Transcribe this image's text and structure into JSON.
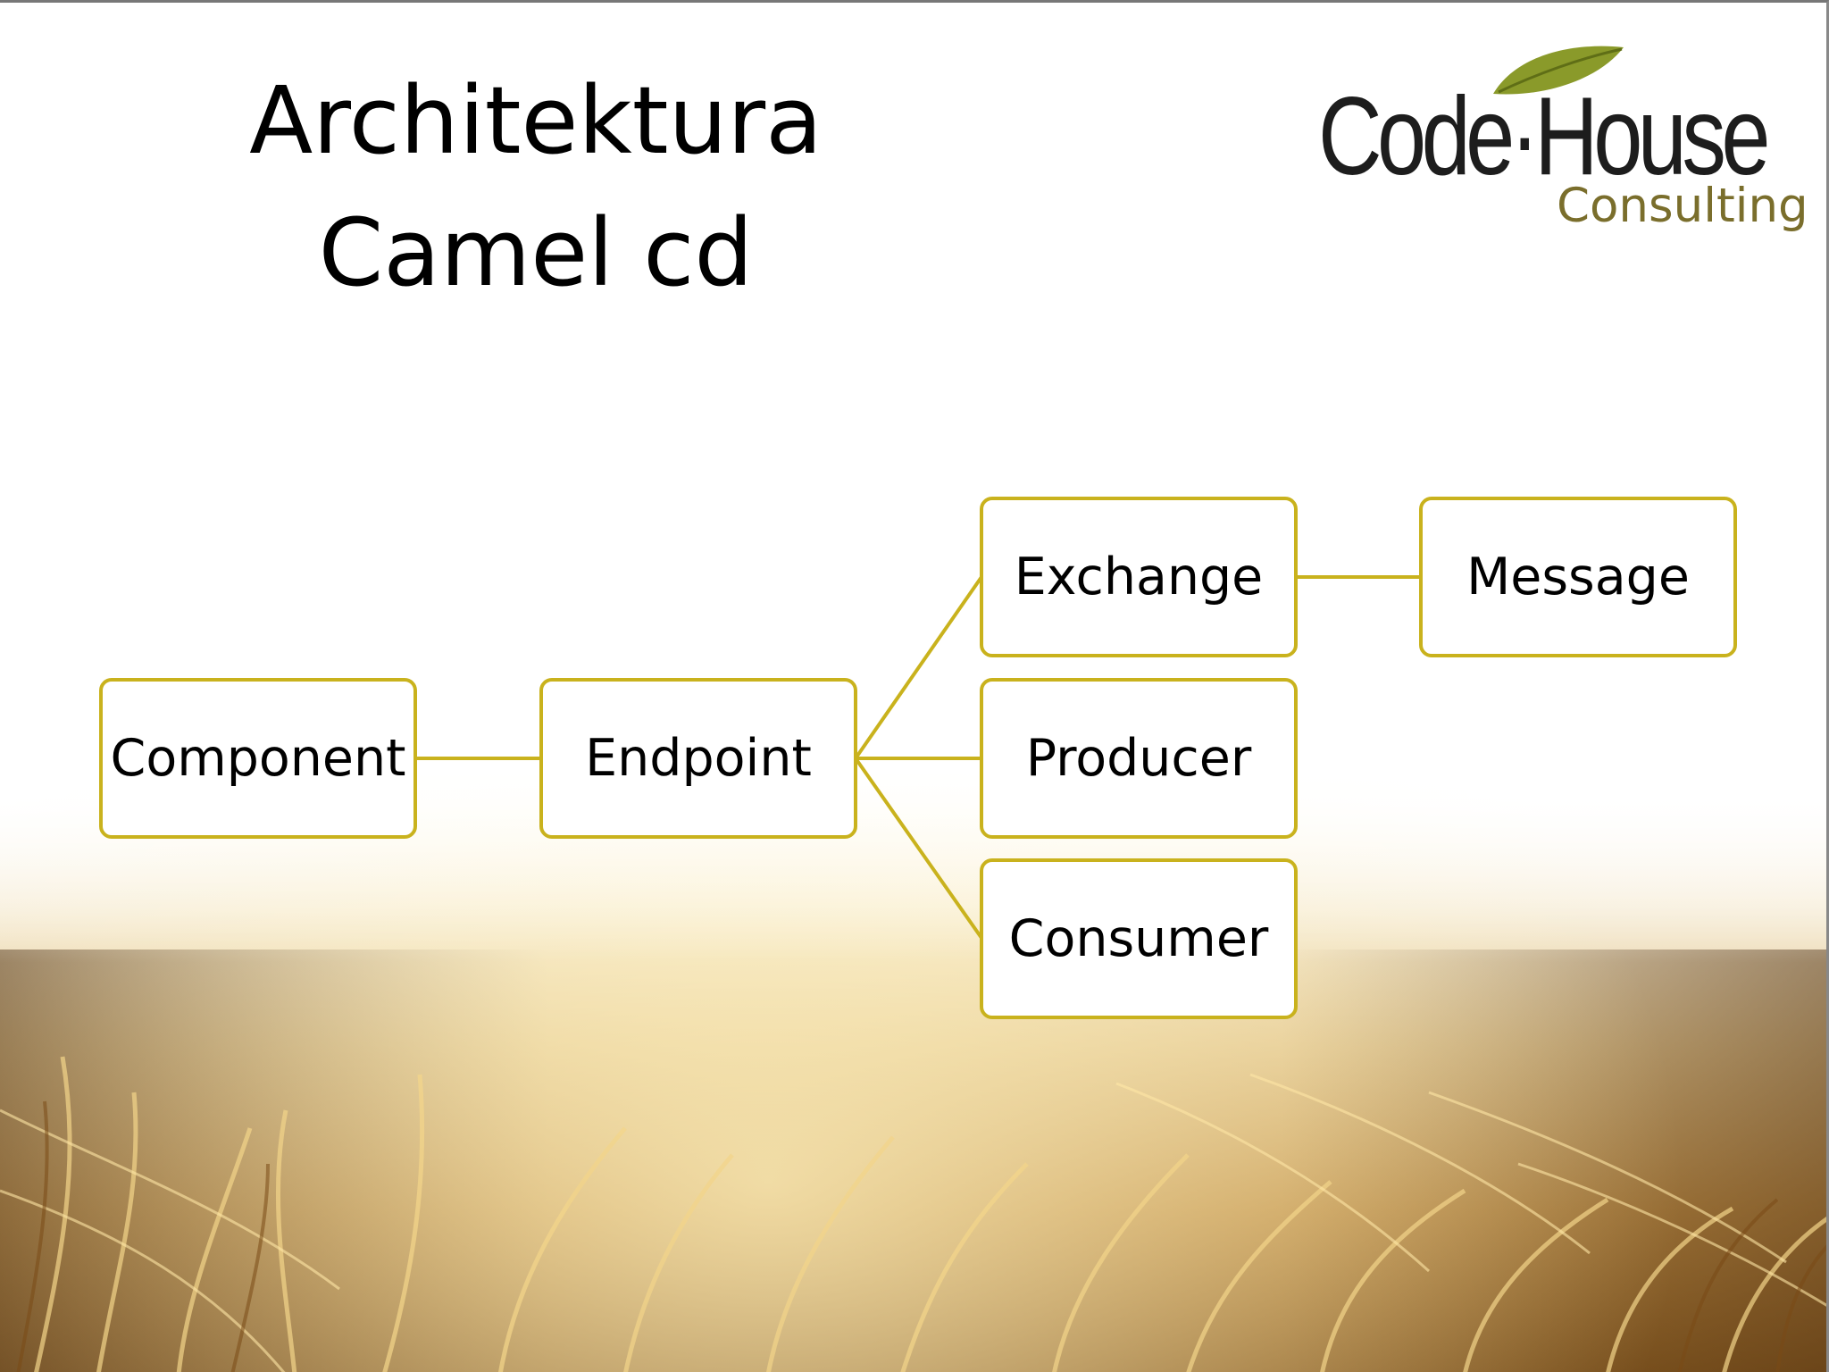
{
  "slide": {
    "title_lines": [
      "Architektura",
      "Camel cd"
    ]
  },
  "logo": {
    "name": "Code·House",
    "subtitle": "Consulting",
    "colors": {
      "wordmark": "#1d1d1d",
      "subtitle": "#7a6e2c",
      "leaf": "#8a9a2a"
    }
  },
  "diagram": {
    "nodes": {
      "component": "Component",
      "endpoint": "Endpoint",
      "exchange": "Exchange",
      "producer": "Producer",
      "consumer": "Consumer",
      "message": "Message"
    },
    "edges": [
      [
        "component",
        "endpoint"
      ],
      [
        "endpoint",
        "exchange"
      ],
      [
        "endpoint",
        "producer"
      ],
      [
        "endpoint",
        "consumer"
      ],
      [
        "exchange",
        "message"
      ]
    ],
    "colors": {
      "border": "#c9b21d",
      "connector": "#c9b21d"
    }
  },
  "background": {
    "image": "wheat field",
    "colors": [
      "#ffffff",
      "#e8c878",
      "#b07a24",
      "#5a3a12"
    ]
  }
}
